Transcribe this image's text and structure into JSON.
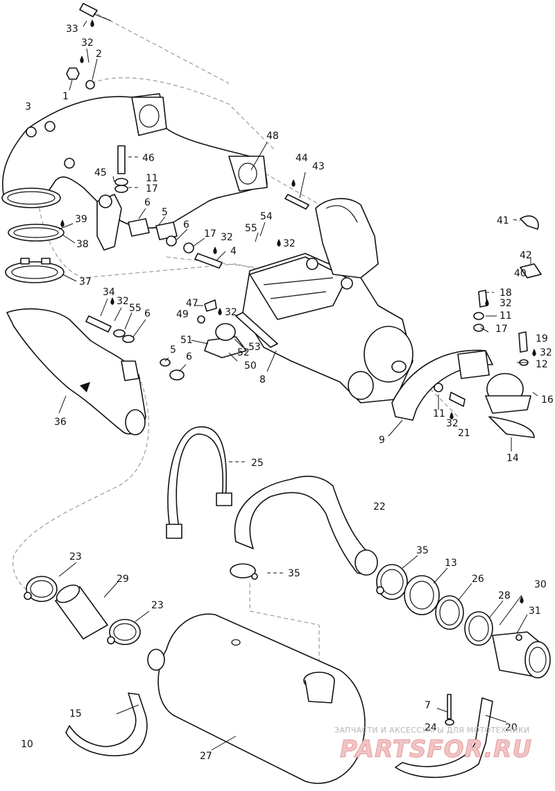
{
  "callouts": [
    {
      "id": "c33",
      "text": "33"
    },
    {
      "id": "c32a",
      "text": "32"
    },
    {
      "id": "c2",
      "text": "2"
    },
    {
      "id": "c1",
      "text": "1"
    },
    {
      "id": "c3",
      "text": "3"
    },
    {
      "id": "c48",
      "text": "48"
    },
    {
      "id": "c44",
      "text": "44"
    },
    {
      "id": "c43",
      "text": "43"
    },
    {
      "id": "c46",
      "text": "46"
    },
    {
      "id": "c45",
      "text": "45"
    },
    {
      "id": "c11a",
      "text": "11"
    },
    {
      "id": "c17a",
      "text": "17"
    },
    {
      "id": "c6a",
      "text": "6"
    },
    {
      "id": "c5a",
      "text": "5"
    },
    {
      "id": "c6b",
      "text": "6"
    },
    {
      "id": "c17b",
      "text": "17"
    },
    {
      "id": "c32b",
      "text": "32"
    },
    {
      "id": "c4",
      "text": "4"
    },
    {
      "id": "c39",
      "text": "39"
    },
    {
      "id": "c38",
      "text": "38"
    },
    {
      "id": "c37",
      "text": "37"
    },
    {
      "id": "c54",
      "text": "54"
    },
    {
      "id": "c55a",
      "text": "55"
    },
    {
      "id": "c32c",
      "text": "32"
    },
    {
      "id": "c41",
      "text": "41"
    },
    {
      "id": "c42",
      "text": "42"
    },
    {
      "id": "c40",
      "text": "40"
    },
    {
      "id": "c34",
      "text": "34"
    },
    {
      "id": "c32d",
      "text": "32"
    },
    {
      "id": "c55b",
      "text": "55"
    },
    {
      "id": "c6c",
      "text": "6"
    },
    {
      "id": "c47",
      "text": "47"
    },
    {
      "id": "c32e",
      "text": "32"
    },
    {
      "id": "c49",
      "text": "49"
    },
    {
      "id": "c18",
      "text": "18"
    },
    {
      "id": "c32f",
      "text": "32"
    },
    {
      "id": "c11b",
      "text": "11"
    },
    {
      "id": "c17c",
      "text": "17"
    },
    {
      "id": "c19",
      "text": "19"
    },
    {
      "id": "c32g",
      "text": "32"
    },
    {
      "id": "c51",
      "text": "51"
    },
    {
      "id": "c53",
      "text": "53"
    },
    {
      "id": "c52",
      "text": "52"
    },
    {
      "id": "c50",
      "text": "50"
    },
    {
      "id": "c5b",
      "text": "5"
    },
    {
      "id": "c6d",
      "text": "6"
    },
    {
      "id": "c8",
      "text": "8"
    },
    {
      "id": "c12",
      "text": "12"
    },
    {
      "id": "c16",
      "text": "16"
    },
    {
      "id": "c36",
      "text": "36"
    },
    {
      "id": "c11c",
      "text": "11"
    },
    {
      "id": "c32h",
      "text": "32"
    },
    {
      "id": "c21",
      "text": "21"
    },
    {
      "id": "c9",
      "text": "9"
    },
    {
      "id": "c14",
      "text": "14"
    },
    {
      "id": "c25",
      "text": "25"
    },
    {
      "id": "c22",
      "text": "22"
    },
    {
      "id": "c23a",
      "text": "23"
    },
    {
      "id": "c35a",
      "text": "35"
    },
    {
      "id": "c13",
      "text": "13"
    },
    {
      "id": "c35b",
      "text": "35"
    },
    {
      "id": "c29",
      "text": "29"
    },
    {
      "id": "c26",
      "text": "26"
    },
    {
      "id": "c30",
      "text": "30"
    },
    {
      "id": "c28",
      "text": "28"
    },
    {
      "id": "c31",
      "text": "31"
    },
    {
      "id": "c23b",
      "text": "23"
    },
    {
      "id": "c7",
      "text": "7"
    },
    {
      "id": "c15",
      "text": "15"
    },
    {
      "id": "c20",
      "text": "20"
    },
    {
      "id": "c24",
      "text": "24"
    },
    {
      "id": "c10",
      "text": "10"
    },
    {
      "id": "c27",
      "text": "27"
    }
  ],
  "watermark": {
    "top_text": "ЗАПЧАСТИ И АКСЕССУАРЫ ДЛЯ МОТОТЕХНИКИ",
    "brand_text": "PARTSFOR.RU"
  }
}
